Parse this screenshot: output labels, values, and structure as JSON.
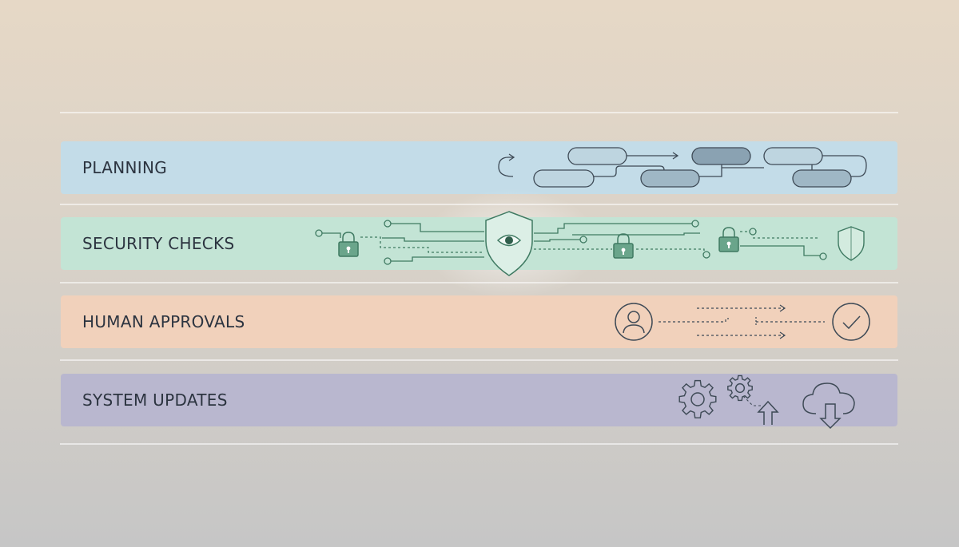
{
  "lanes": [
    {
      "label": "PLANNING",
      "color": "#c3dce8"
    },
    {
      "label": "SECURITY CHECKS",
      "color": "#c3e4d5"
    },
    {
      "label": "HUMAN APPROVALS",
      "color": "#f1d1bb"
    },
    {
      "label": "SYSTEM UPDATES",
      "color": "#b9b7cf"
    }
  ],
  "icons": {
    "planning": "workflow-diagram-icon",
    "security_main": "shield-eye-icon",
    "security_small": "shield-icon",
    "lock": "padlock-icon",
    "approval_user": "user-circle-icon",
    "approval_check": "check-circle-icon",
    "updates_gear": "gear-icon",
    "updates_upload": "arrow-up-icon",
    "updates_download": "cloud-download-icon"
  },
  "colors": {
    "line_dark": "#3e4a56",
    "line_green": "#3f7a62",
    "lock_fill": "#5f9a82",
    "pill_fill": "#8aa2b2"
  }
}
